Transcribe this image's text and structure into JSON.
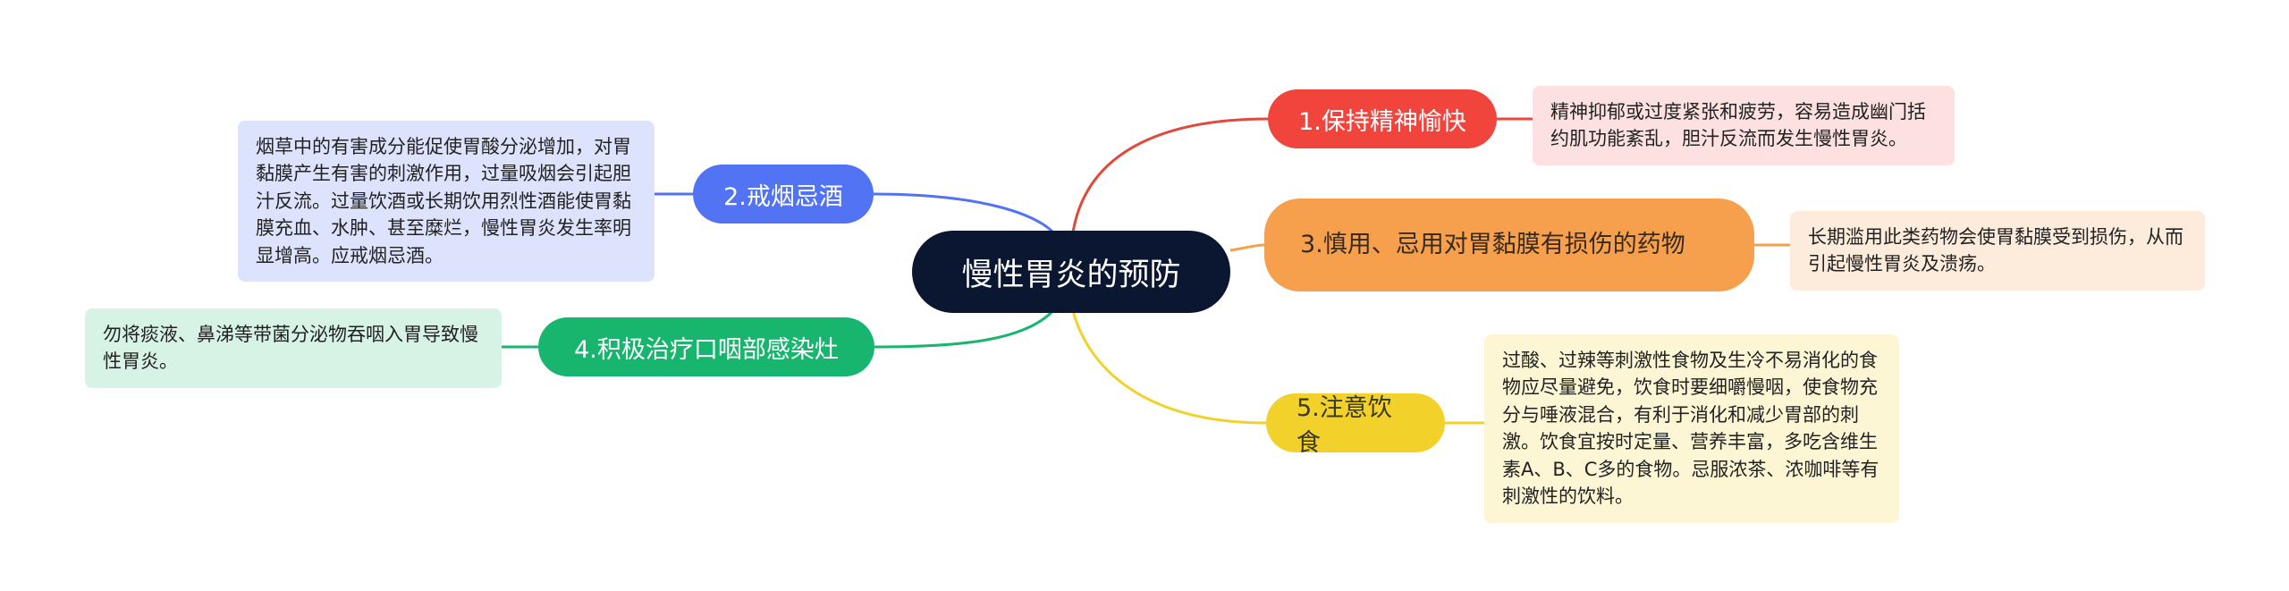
{
  "root": {
    "label": "慢性胃炎的预防"
  },
  "branches": [
    {
      "label": "1.保持精神愉快",
      "color": "#f0443d",
      "note": "精神抑郁或过度紧张和疲劳，容易造成幽门括约肌功能紊乱，胆汁反流而发生慢性胃炎。"
    },
    {
      "label": "2.戒烟忌酒",
      "color": "#5273f4",
      "note": "烟草中的有害成分能促使胃酸分泌增加，对胃黏膜产生有害的刺激作用，过量吸烟会引起胆汁反流。过量饮酒或长期饮用烈性酒能使胃黏膜充血、水肿、甚至糜烂，慢性胃炎发生率明显增高。应戒烟忌酒。"
    },
    {
      "label": "3.慎用、忌用对胃黏膜有损伤的药物",
      "color": "#f6a04d",
      "note": "长期滥用此类药物会使胃黏膜受到损伤，从而引起慢性胃炎及溃疡。"
    },
    {
      "label": "4.积极治疗口咽部感染灶",
      "color": "#18b56e",
      "note": "勿将痰液、鼻涕等带菌分泌物吞咽入胃导致慢性胃炎。"
    },
    {
      "label": "5.注意饮食",
      "color": "#f2d12b",
      "note": "过酸、过辣等刺激性食物及生冷不易消化的食物应尽量避免，饮食时要细嚼慢咽，使食物充分与唾液混合，有利于消化和减少胃部的刺激。饮食宜按时定量、营养丰富，多吃含维生素A、B、C多的食物。忌服浓茶、浓咖啡等有刺激性的饮料。"
    }
  ]
}
